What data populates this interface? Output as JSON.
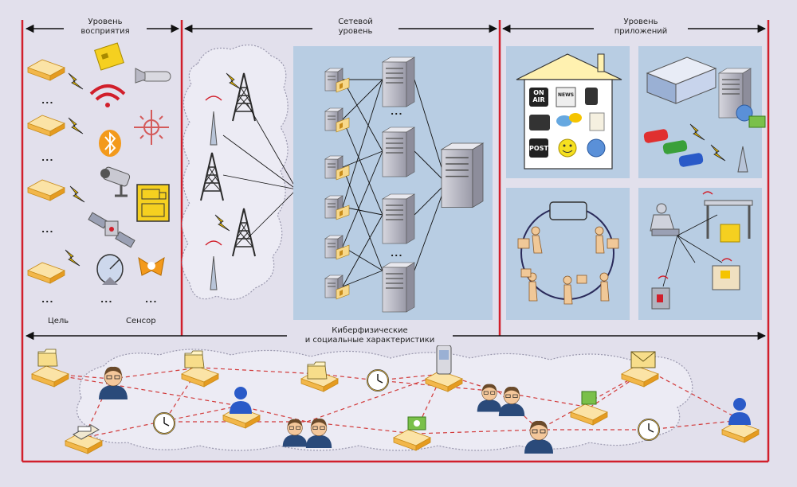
{
  "headers": {
    "perception": "Уровень\nвосприятия",
    "network": "Сетевой\nуровень",
    "applications": "Уровень\nприложений",
    "cyber": "Киберфизические\nи социальные характеристики"
  },
  "perception_labels": {
    "goal": "Цель",
    "sensor": "Сенсор"
  },
  "ellipsis": "...",
  "app_icons": {
    "on_air": "ON\nAIR",
    "news": "NEWS",
    "post": "POST"
  },
  "colors": {
    "background": "#e2e0ec",
    "divider_red": "#d11f2b",
    "panel_blue": "#b8cde3",
    "accent_yellow": "#f5c400",
    "dashed_link": "#d23a3a"
  }
}
